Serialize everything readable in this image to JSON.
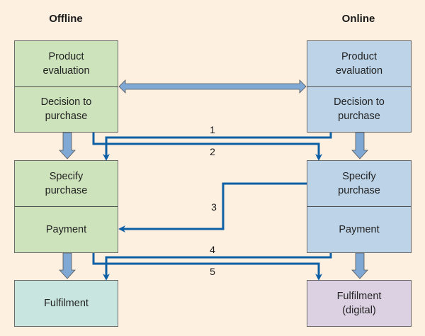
{
  "columns": {
    "offline": "Offline",
    "online": "Online"
  },
  "offline": {
    "top": [
      "Product\nevaluation",
      "Decision to\npurchase"
    ],
    "middle": [
      "Specify\npurchase",
      "Payment"
    ],
    "bottom": [
      "Fulfilment"
    ]
  },
  "online": {
    "top": [
      "Product\nevaluation",
      "Decision to\npurchase"
    ],
    "middle": [
      "Specify\npurchase",
      "Payment"
    ],
    "bottom": [
      "Fulfilment\n(digital)"
    ]
  },
  "paths": [
    {
      "label": "1",
      "from": "Online: Decision to purchase",
      "to": "Offline: Specify purchase"
    },
    {
      "label": "2",
      "from": "Offline: Decision to purchase",
      "to": "Online: Specify purchase"
    },
    {
      "label": "3",
      "from": "Online: Specify purchase",
      "to": "Offline: Payment"
    },
    {
      "label": "4",
      "from": "Online: Payment",
      "to": "Offline: Fulfilment"
    },
    {
      "label": "5",
      "from": "Offline: Payment",
      "to": "Online: Fulfilment (digital)"
    }
  ],
  "colors": {
    "background": "#fdf0e0",
    "offline_box": "#cde3bb",
    "online_box": "#bcd3e8",
    "offline_fulfilment": "#c8e6df",
    "online_fulfilment": "#dcd1e3",
    "flow_line": "#0d5fa6",
    "block_arrow": "#7fa9d4"
  }
}
